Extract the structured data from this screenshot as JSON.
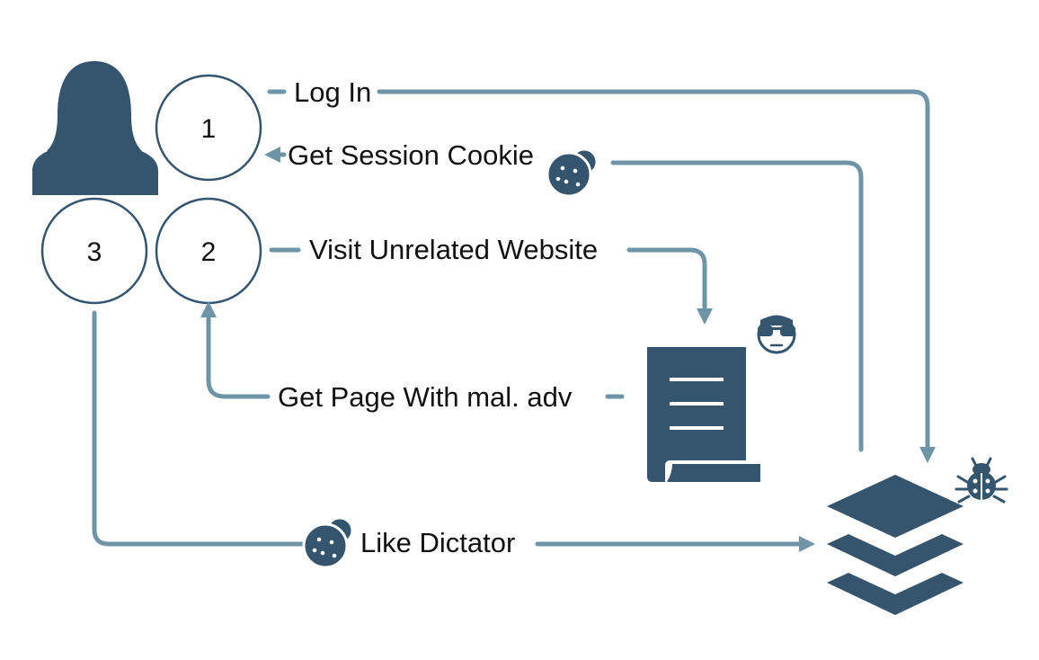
{
  "colors": {
    "icon": "#35556f",
    "arrow": "#6e95a7",
    "text": "#111111",
    "background": "#ffffff"
  },
  "icons": [
    "user-icon",
    "cookie-icon",
    "attacker-icon",
    "document-icon",
    "server-stack-icon",
    "bug-icon"
  ],
  "steps": [
    {
      "number": "1"
    },
    {
      "number": "2"
    },
    {
      "number": "3"
    }
  ],
  "labels": {
    "log_in": "Log In",
    "get_session_cookie": "Get Session Cookie",
    "visit_unrelated": "Visit Unrelated Website",
    "get_page": "Get Page With mal. adv",
    "like_dictator": "Like Dictator"
  }
}
